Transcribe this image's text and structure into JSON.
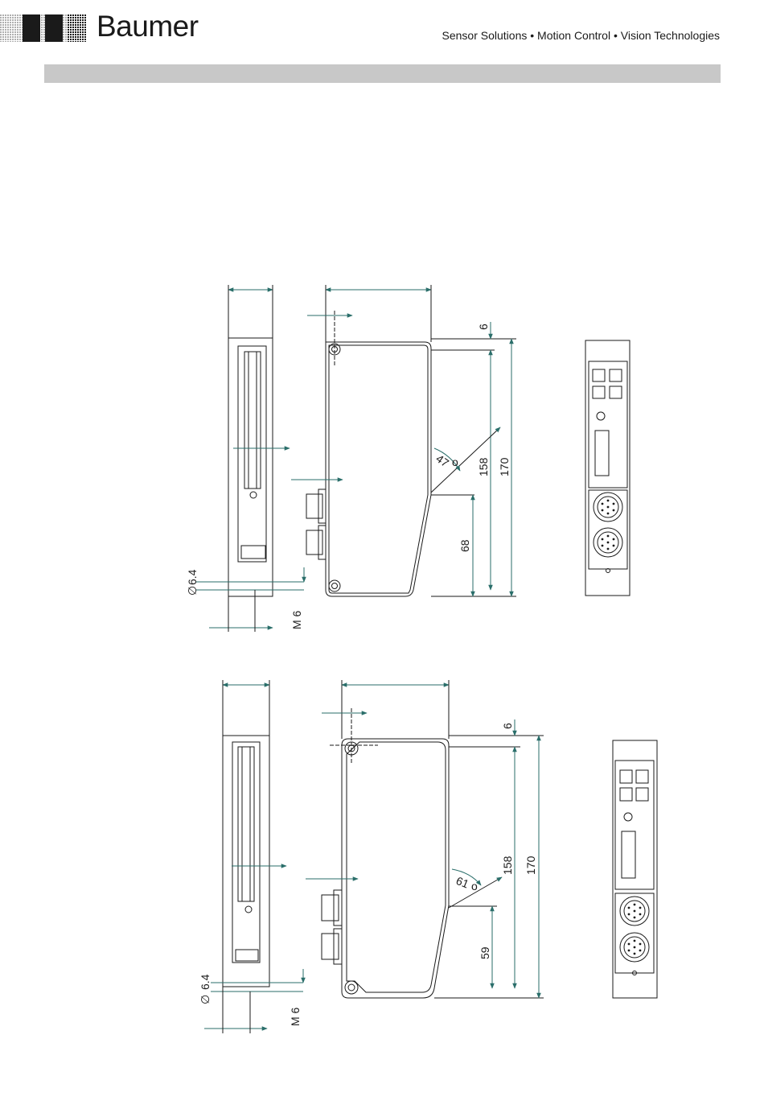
{
  "header": {
    "brand": "Baumer",
    "tagline": "Sensor Solutions • Motion Control • Vision Technologies"
  },
  "drawing_top": {
    "dim_top_gap": "6",
    "dim_height_inner": "158",
    "dim_height_outer": "170",
    "dim_lower": "68",
    "angle": "47",
    "hole_dia": "6.4",
    "thread": "M 6"
  },
  "drawing_bottom": {
    "dim_top_gap": "6",
    "dim_height_inner": "158",
    "dim_height_outer": "170",
    "dim_lower": "59",
    "angle": "61",
    "hole_dia": "6.4",
    "thread": "M 6"
  },
  "colors": {
    "line": "#1a1a1a",
    "dim": "#2a6e6a",
    "header_bar": "#c8c8c8"
  }
}
